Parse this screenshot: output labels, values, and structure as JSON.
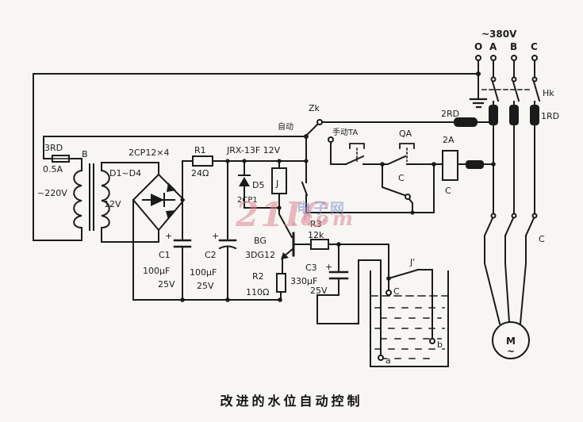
{
  "title": "改进的水位自动控制",
  "watermark": {
    "brand": "21IC",
    "site": "电子网",
    "domain": ".com"
  },
  "labels": {
    "supply_voltage": "~380V",
    "phase_o": "O",
    "phase_a": "A",
    "phase_b": "B",
    "phase_c": "C",
    "hk": "Hk",
    "fuse_1rd": "1RD",
    "fuse_2rd": "2RD",
    "fuse_2rd_rating": "2A",
    "fuse_3rd": "3RD",
    "fuse_3rd_rating": "0.5A",
    "mains": "~220V",
    "transformer": "B",
    "secondary_voltage": "12V",
    "rectifier_model": "2CP12×4",
    "rectifier_diodes": "D1~D4",
    "r1": "R1",
    "r1_value": "24Ω",
    "relay_model": "JRX-13F 12V",
    "d5": "D5",
    "d5_model": "2CP1",
    "relay_coil": "J",
    "c1": "C1",
    "c1_value": "100μF",
    "c1_voltage": "25V",
    "c2": "C2",
    "c2_value": "100μF",
    "c2_voltage": "25V",
    "transistor": "BG",
    "transistor_model": "3DG12",
    "r2": "R2",
    "r2_value": "110Ω",
    "r3": "R3",
    "r3_value": "12k",
    "c3": "C3",
    "c3_value": "330μF",
    "c3_voltage": "25V",
    "zk": "Zk",
    "auto": "自动",
    "manual_ta": "手动TA",
    "qa": "QA",
    "contactor_selfhold": "C",
    "contactor_coil": "C",
    "contactor_main": "C",
    "relay_contact": "J'",
    "electrode_c": "C",
    "electrode_b": "b",
    "electrode_a": "a",
    "motor": "M",
    "motor_ac": "~",
    "plus": "+"
  }
}
